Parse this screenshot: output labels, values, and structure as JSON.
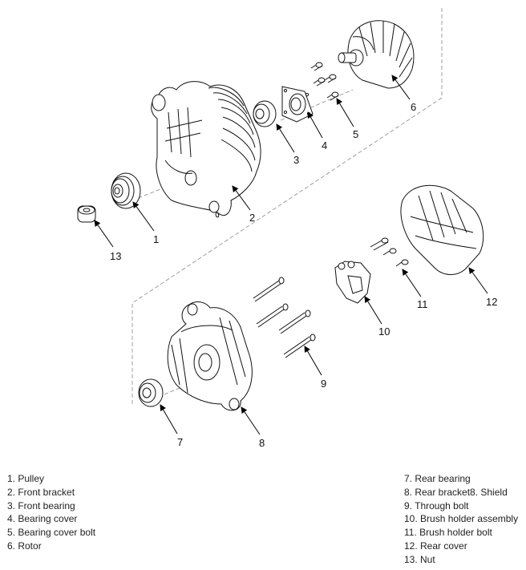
{
  "callouts": [
    "1",
    "2",
    "3",
    "4",
    "5",
    "6",
    "7",
    "8",
    "9",
    "10",
    "11",
    "12",
    "13"
  ],
  "legend_left": [
    "1. Pulley",
    "2. Front bracket",
    "3. Front bearing",
    "4. Bearing cover",
    "5. Bearing cover bolt",
    "6. Rotor"
  ],
  "legend_right": [
    "7. Rear bearing",
    "8. Rear bracket8. Shield",
    "9. Through bolt",
    "10. Brush holder assembly",
    "11. Brush holder bolt",
    "12. Rear cover",
    "13. Nut"
  ]
}
